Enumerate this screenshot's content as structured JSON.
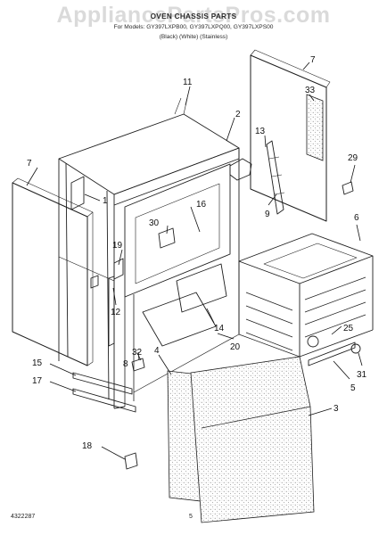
{
  "watermark": "AppliancePartsPros.com",
  "header": {
    "title": "OVEN CHASSIS PARTS",
    "models": "For Models: GY397LXPB00, GY397LXPQ00, GY397LXPS00",
    "colors": "(Black)        (White)        (Stainless)"
  },
  "callouts": [
    "1",
    "2",
    "3",
    "4",
    "5",
    "6",
    "7",
    "7",
    "8",
    "9",
    "11",
    "12",
    "13",
    "14",
    "15",
    "16",
    "17",
    "18",
    "19",
    "20",
    "25",
    "29",
    "30",
    "31",
    "32",
    "33"
  ],
  "footer": {
    "part_id": "4322287",
    "page": "5"
  }
}
